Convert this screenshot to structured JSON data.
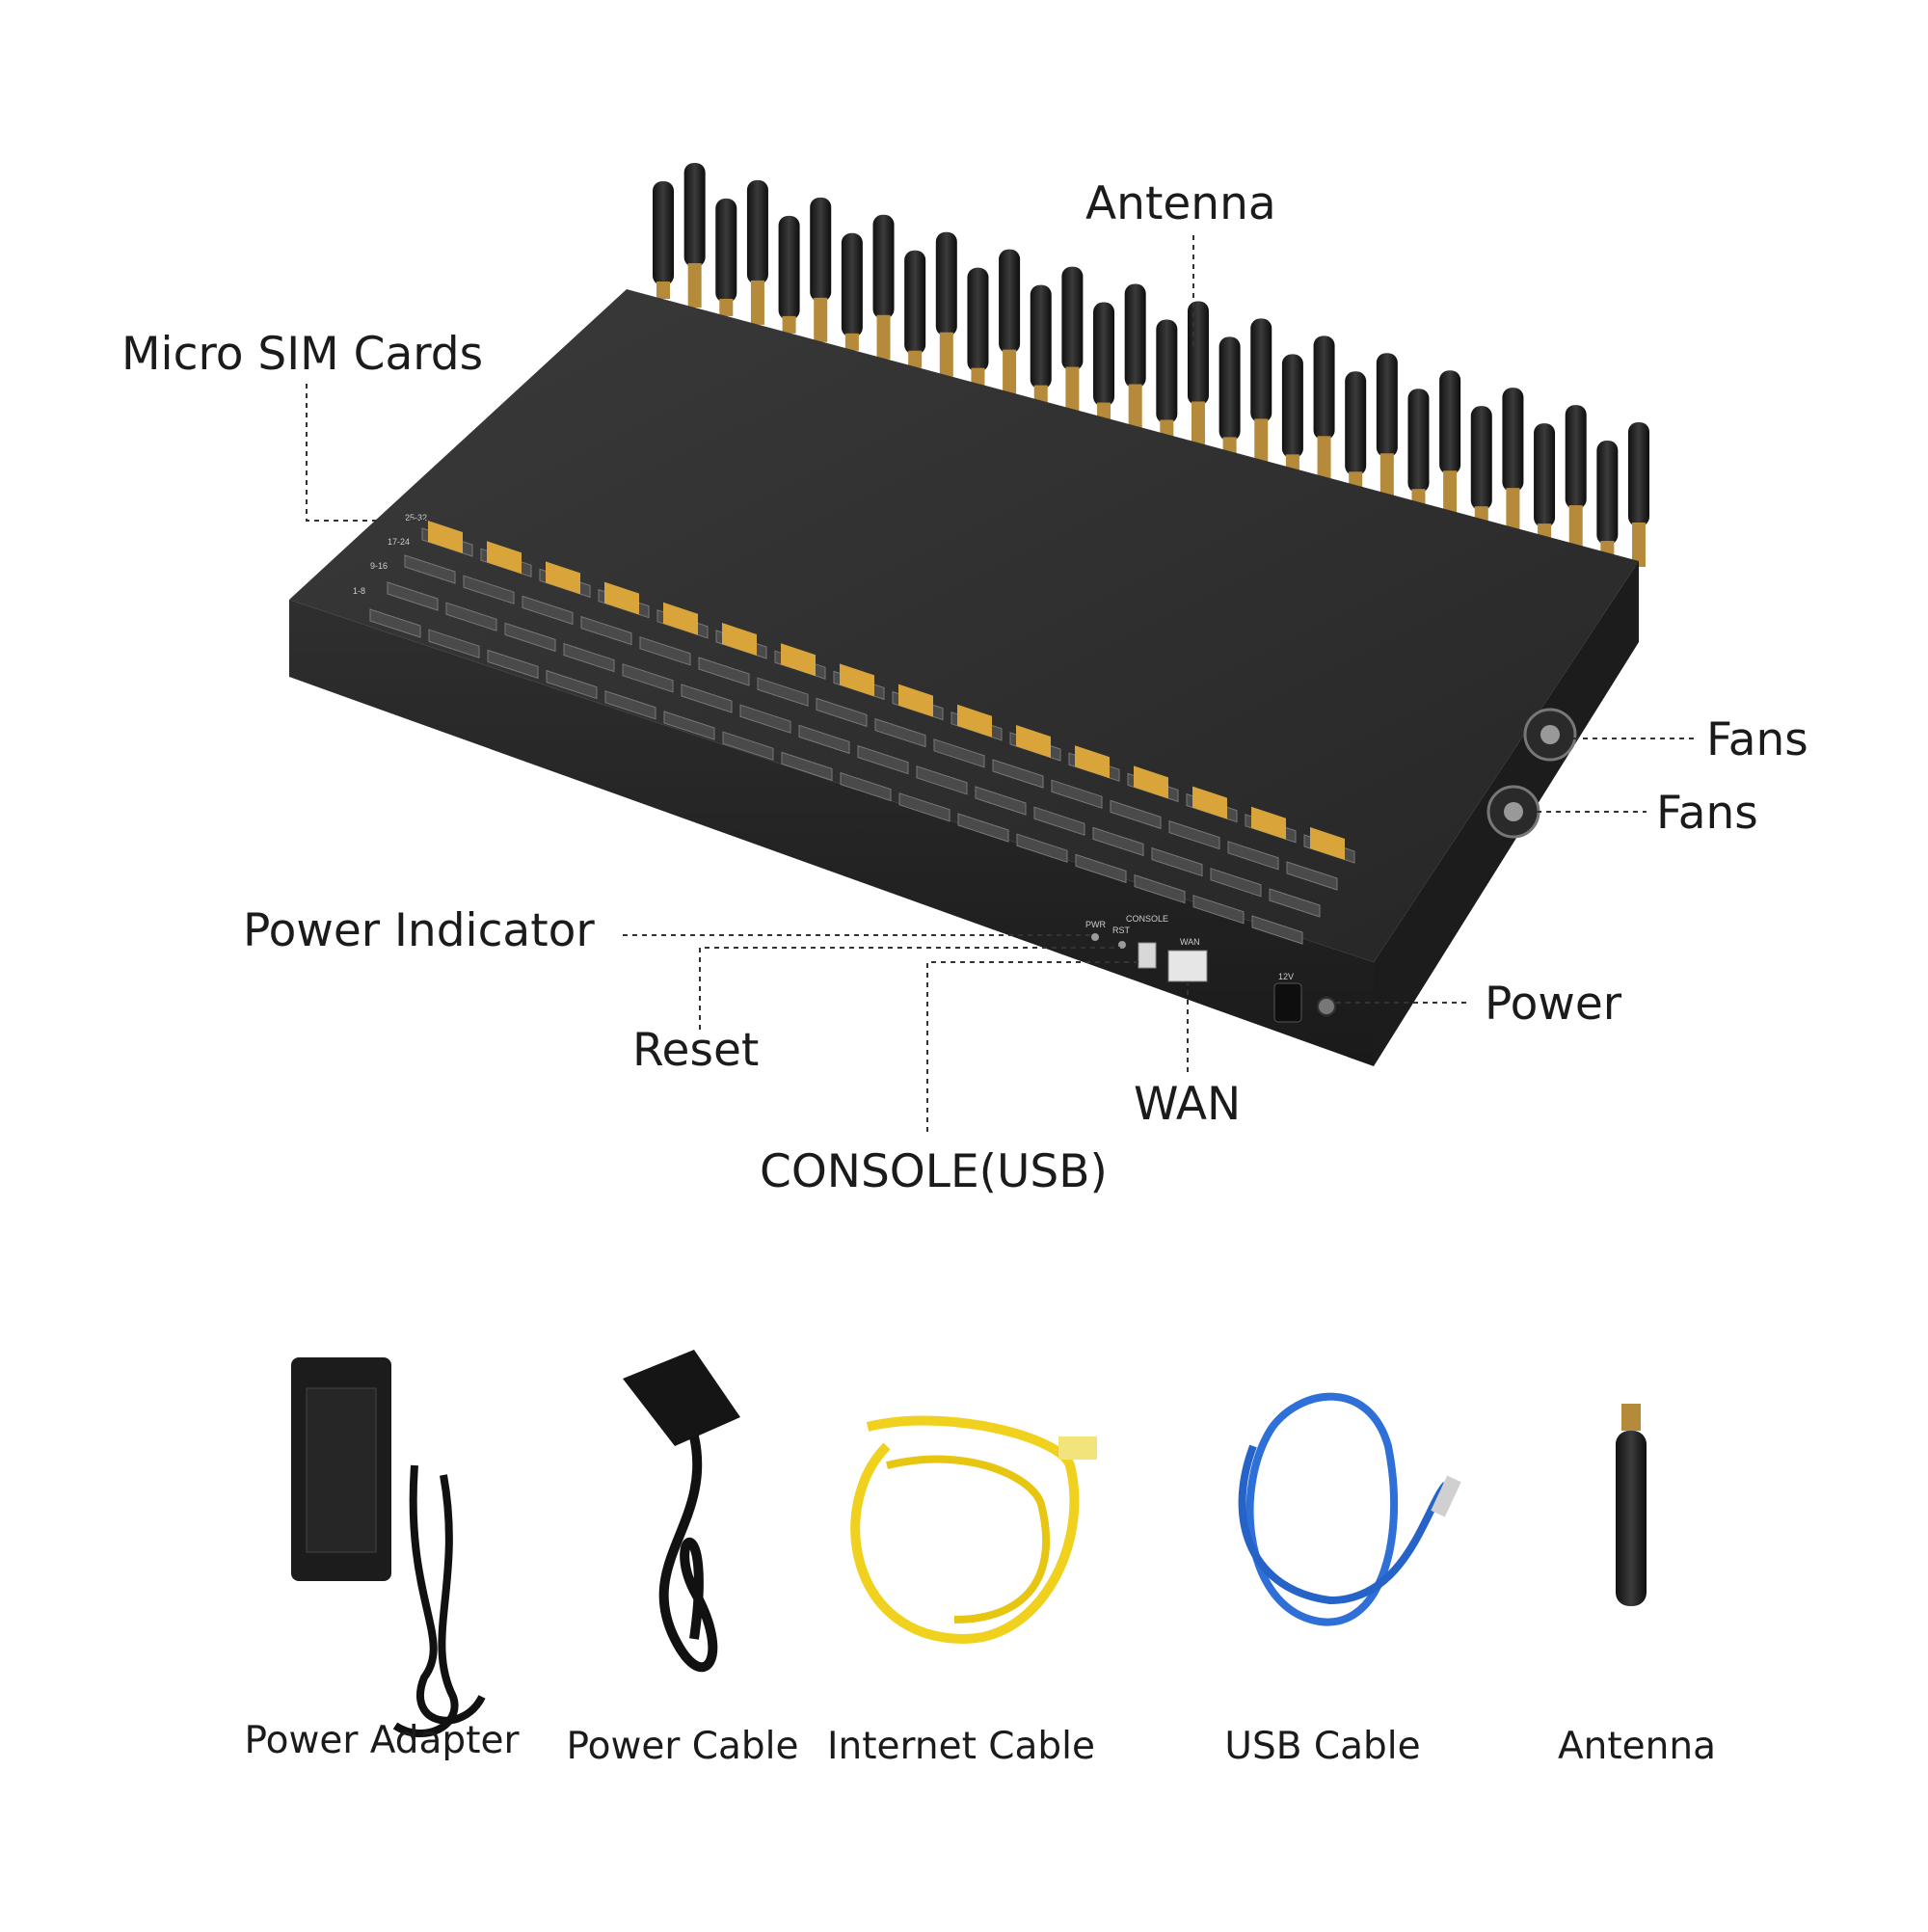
{
  "callouts": {
    "antenna": "Antenna",
    "micro_sim_cards": "Micro SIM Cards",
    "fans_upper": "Fans",
    "fans_lower": "Fans",
    "power_indicator": "Power Indicator",
    "reset": "Reset",
    "power": "Power",
    "wan": "WAN",
    "console_usb": "CONSOLE(USB)"
  },
  "panel_text": {
    "pwr": "PWR",
    "rst": "RST",
    "console": "CONSOLE",
    "wan": "WAN",
    "dc": "12V",
    "row_labels": [
      "25-32",
      "17-24",
      "9-16",
      "1-8"
    ]
  },
  "accessories": [
    {
      "label": "Power Adapter"
    },
    {
      "label": "Power Cable"
    },
    {
      "label": "Internet Cable"
    },
    {
      "label": "USB Cable"
    },
    {
      "label": "Antenna"
    }
  ],
  "colors": {
    "device_body": "#2b2b2b",
    "sim_gold": "#d9a53a",
    "ethernet_cable": "#f0d21e",
    "usb_cable": "#2f6fd8",
    "leader_line": "#333333"
  }
}
